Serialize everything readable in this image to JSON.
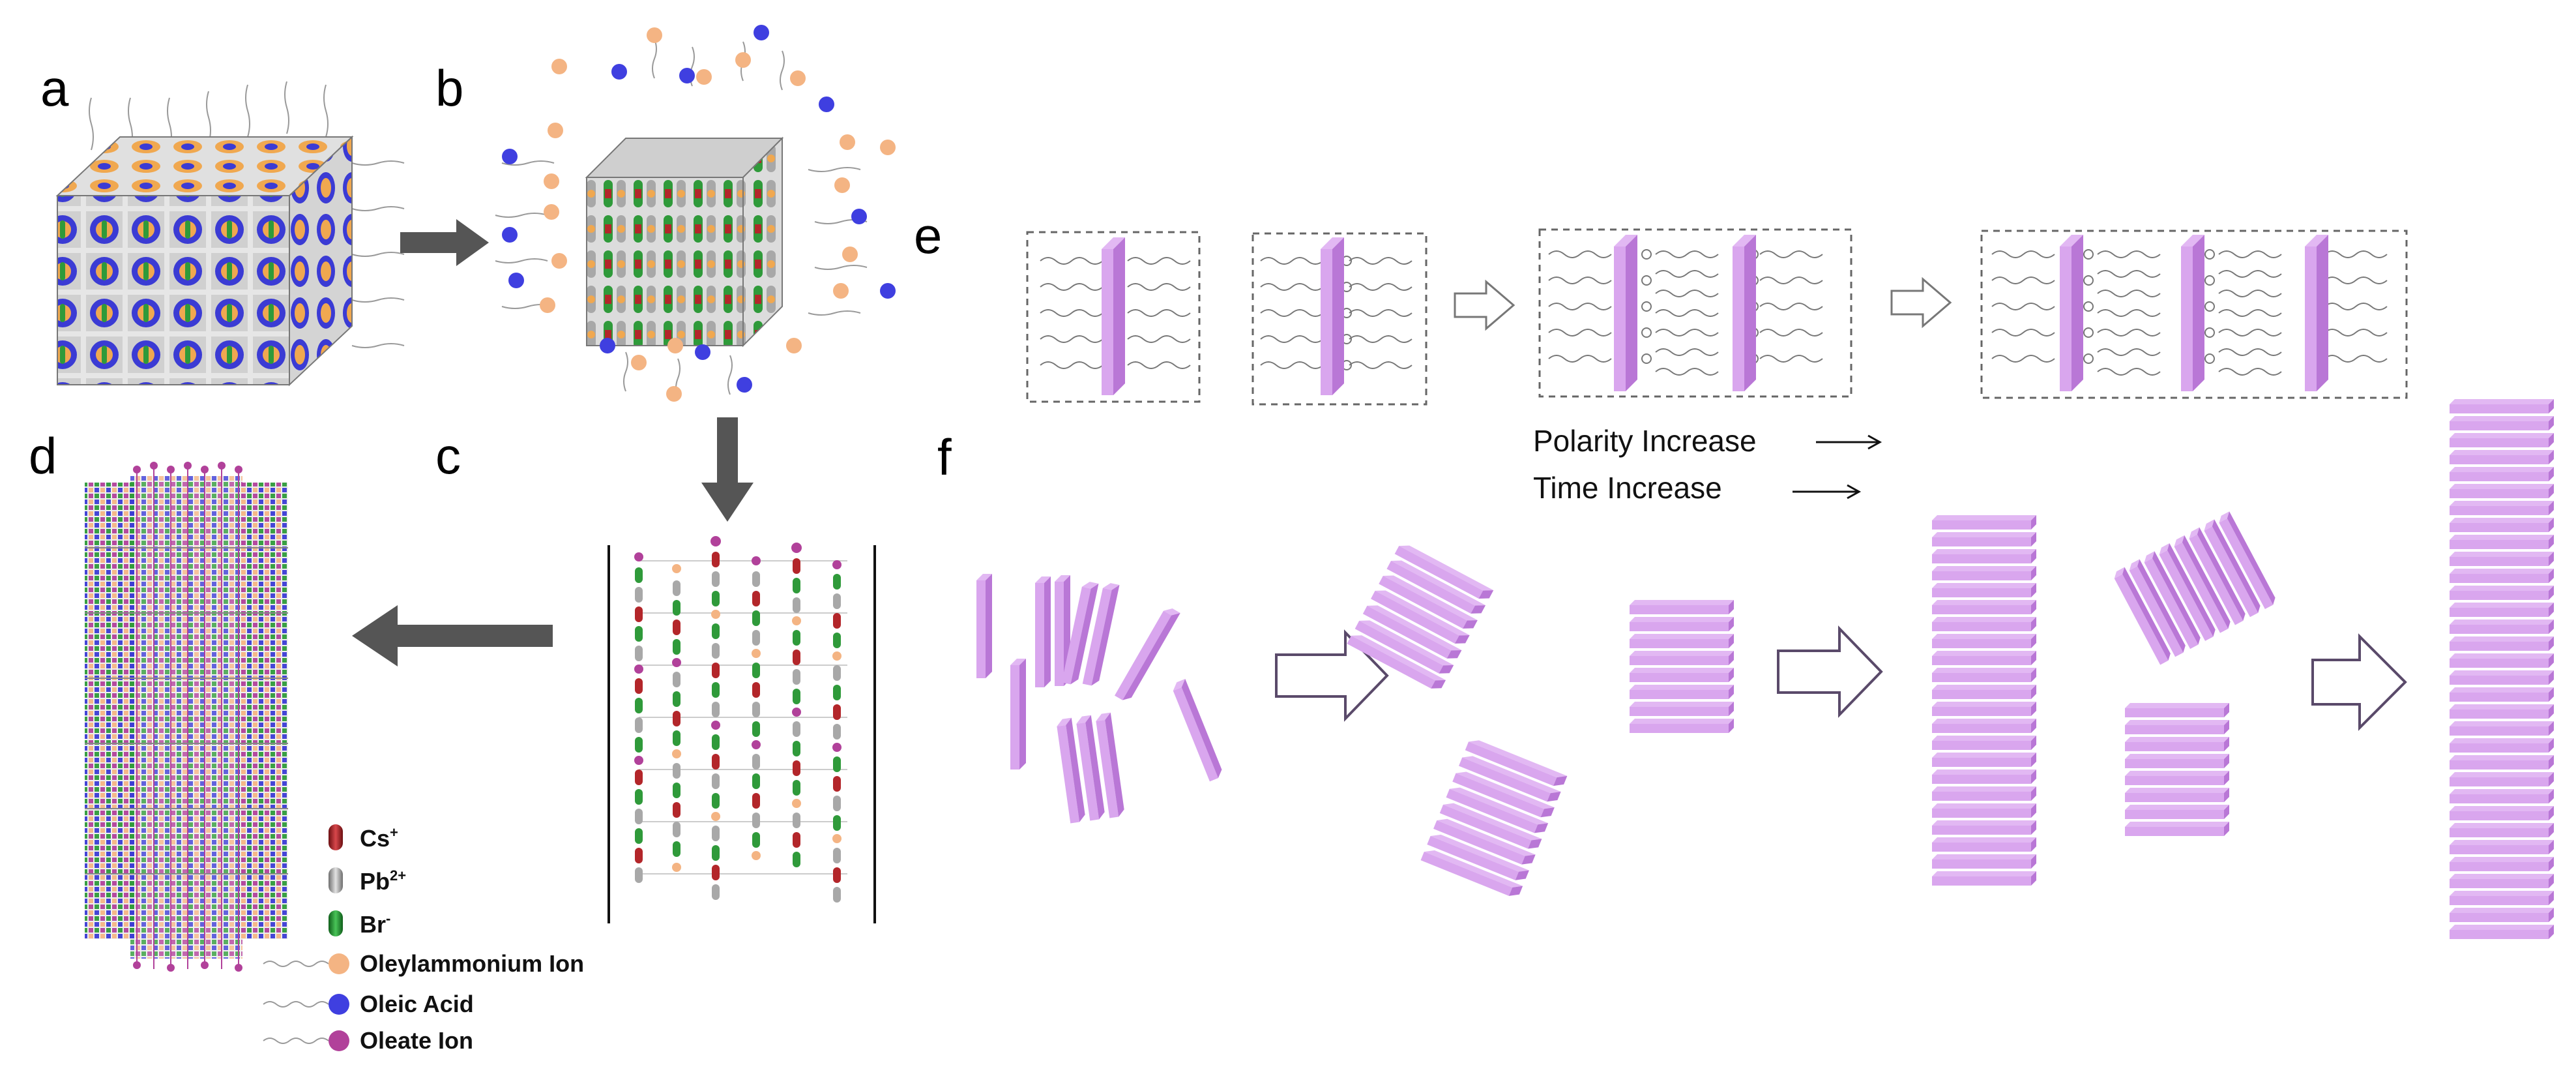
{
  "panels": {
    "a": "a",
    "b": "b",
    "c": "c",
    "d": "d",
    "e": "e",
    "f": "f"
  },
  "legend": {
    "cs": {
      "label": "Cs",
      "sup": "+"
    },
    "pb": {
      "label": "Pb",
      "sup": "2+"
    },
    "br": {
      "label": "Br",
      "sup": "-"
    },
    "oleylammonium": "Oleylammonium Ion",
    "oleic_acid": "Oleic Acid",
    "oleate": "Oleate Ion"
  },
  "trends": {
    "polarity": "Polarity Increase",
    "time": "Time Increase"
  },
  "colors": {
    "cs": "#b3262a",
    "pb": "#a8a8a8",
    "br": "#2f9a3a",
    "oleylammonium": "#f4b483",
    "oleic_acid": "#3f3fe0",
    "oleate": "#b1419a",
    "nanoplate": "#d9a6ee",
    "arrow_dark": "#555555"
  }
}
